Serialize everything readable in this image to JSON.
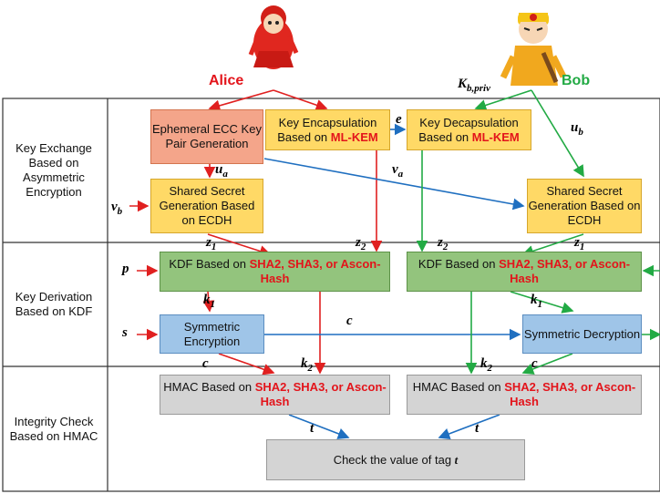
{
  "bands": {
    "key_exchange": "Key Exchange Based on Asymmetric Encryption",
    "key_derivation": "Key Derivation Based on KDF",
    "integrity": "Integrity Check Based on HMAC"
  },
  "actors": {
    "alice": "Alice",
    "bob": "Bob"
  },
  "boxes": {
    "ecc_gen": "Ephemeral ECC Key Pair Generation",
    "encap_prefix": "Key Encapsulation Based on ",
    "encap_hl": "ML-KEM",
    "decap_prefix": "Key Decapsulation Based on ",
    "decap_hl": "ML-KEM",
    "secret_a": "Shared Secret Generation Based on ECDH",
    "secret_b": "Shared Secret Generation Based on ECDH",
    "kdf_prefix": "KDF Based on ",
    "kdf_hl": "SHA2, SHA3, or Ascon-Hash",
    "enc": "Symmetric Encryption",
    "dec": "Symmetric Decryption",
    "hmac_prefix": "HMAC Based on ",
    "hmac_hl": "SHA2, SHA3, or Ascon-Hash",
    "check": "Check the value of tag "
  },
  "vars": {
    "u": "u",
    "a": "a",
    "b": "b",
    "v": "v",
    "e": "e",
    "z": "z",
    "one": "1",
    "two": "2",
    "K": "K",
    "kbpriv": "b,priv",
    "p": "p",
    "s": "s",
    "k": "k",
    "c": "c",
    "t": "t"
  },
  "colors": {
    "red_arrow": "#e02020",
    "blue_arrow": "#1f6fc0",
    "green_arrow": "#22aa44",
    "highlight": "#e3141b"
  }
}
